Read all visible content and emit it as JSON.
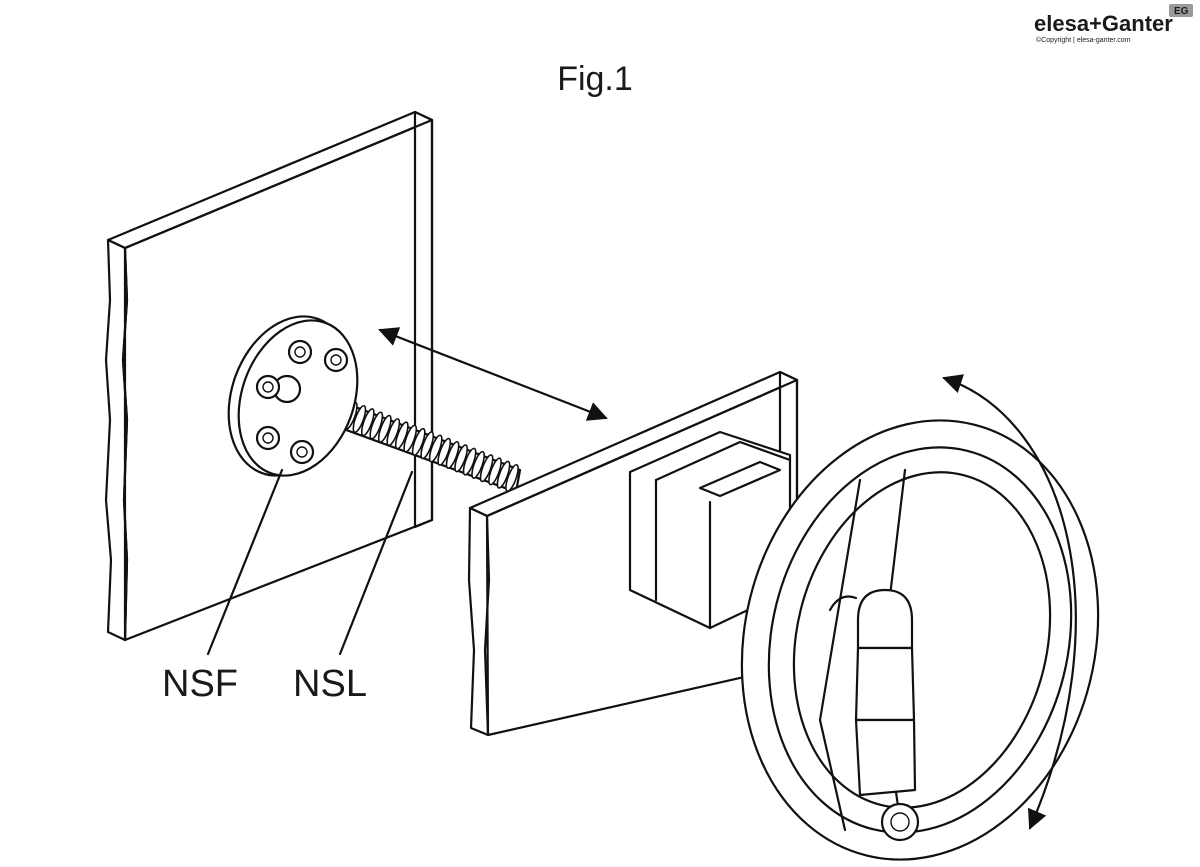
{
  "figure": {
    "title": "Fig.1",
    "labels": {
      "nut_flange": "NSF",
      "lead_screw": "NSL"
    }
  },
  "logo": {
    "brand": "elesa+Ganter",
    "mark": "EG",
    "copyright": "©Copyright | elesa-ganter.com",
    "color": "#9a9a9a"
  }
}
